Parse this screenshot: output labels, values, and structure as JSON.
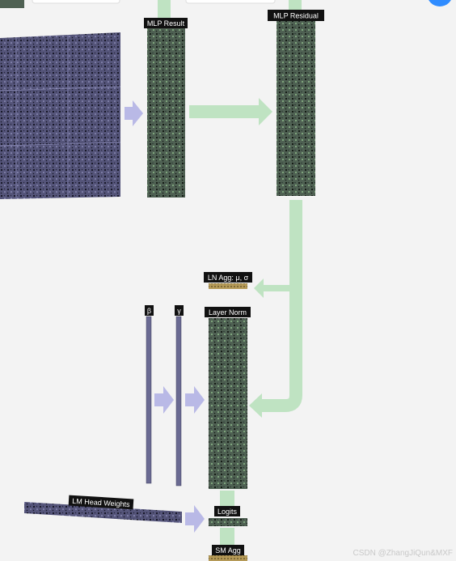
{
  "labels": {
    "mlp_result": "MLP Result",
    "mlp_residual": "MLP Residual",
    "ln_agg": "LN Agg: μ, σ",
    "beta": "β",
    "gamma": "γ",
    "layer_norm": "Layer Norm",
    "lm_head_weights": "LM Head Weights",
    "logits": "Logits",
    "sm_agg": "SM Agg"
  },
  "watermark": "CSDN @ZhangJiQun&MXF",
  "colors": {
    "background": "#f3f3f3",
    "flow_green": "#bfe3c2",
    "flow_purple": "#b9b9e6",
    "matrix_green": "#4f6153",
    "matrix_purple": "#55557a",
    "label_bg": "#111111"
  }
}
